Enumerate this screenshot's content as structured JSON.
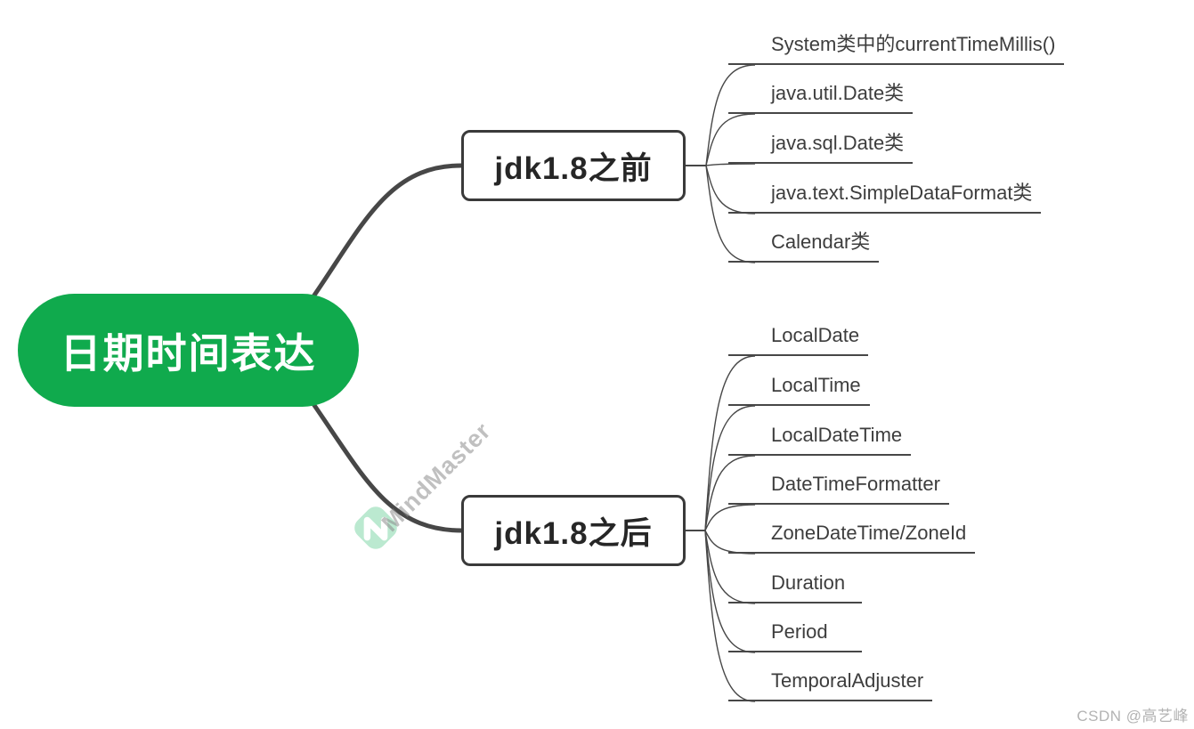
{
  "app": {
    "watermark_text": "MindMaster",
    "credit": "CSDN @高艺峰"
  },
  "colors": {
    "root_fill": "#10AA4D",
    "line": "#474747",
    "node_border": "#3a3a3a",
    "node_text": "#262626",
    "leaf_text": "#3d3d3d",
    "watermark_green": "#8ed9b0",
    "credit_gray": "#b3b3b3"
  },
  "mindmap": {
    "root": {
      "label": "日期时间表达"
    },
    "branches": [
      {
        "label": "jdk1.8之前",
        "leaves": [
          "System类中的currentTimeMillis()",
          "java.util.Date类",
          "java.sql.Date类",
          "java.text.SimpleDataFormat类",
          "Calendar类"
        ]
      },
      {
        "label": "jdk1.8之后",
        "leaves": [
          "LocalDate",
          "LocalTime",
          "LocalDateTime",
          "DateTimeFormatter",
          "ZoneDateTime/ZoneId",
          "Duration",
          "Period",
          "TemporalAdjuster"
        ]
      }
    ]
  }
}
